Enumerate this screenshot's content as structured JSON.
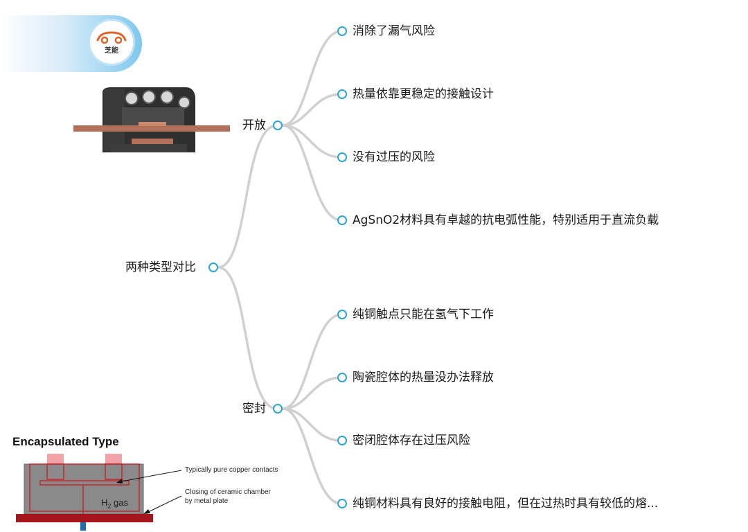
{
  "logo": {
    "text": "芝能"
  },
  "mindmap": {
    "root": {
      "label": "两种类型对比"
    },
    "branches": [
      {
        "label": "开放",
        "leaves": [
          "消除了漏气风险",
          "热量依靠更稳定的接触设计",
          "没有过压的风险",
          "AgSnO2材料具有卓越的抗电弧性能，特别适用于直流负载"
        ]
      },
      {
        "label": "密封",
        "leaves": [
          "纯铜触点只能在氢气下工作",
          "陶瓷腔体的热量没办法释放",
          "密闭腔体存在过压风险",
          "纯铜材料具有良好的接触电阻，但在过热时具有较低的熔..."
        ]
      }
    ]
  },
  "encapsulated": {
    "title": "Encapsulated Type",
    "note_contacts": "Typically pure copper contacts",
    "note_closing_1": "Closing of ceramic chamber",
    "note_closing_2": "by metal plate",
    "gas_prefix": "H",
    "gas_sub": "2",
    "gas_suffix": " gas"
  },
  "colors": {
    "connector": "#cfcfcf",
    "node_ring": "#2aa4d8",
    "copper": "#b0705a",
    "housing": "#2f2f2f",
    "enc_body": "#8a8a8a",
    "enc_outline": "#c0282e",
    "enc_base": "#a4161c",
    "enc_contact": "#f2a3a8"
  }
}
